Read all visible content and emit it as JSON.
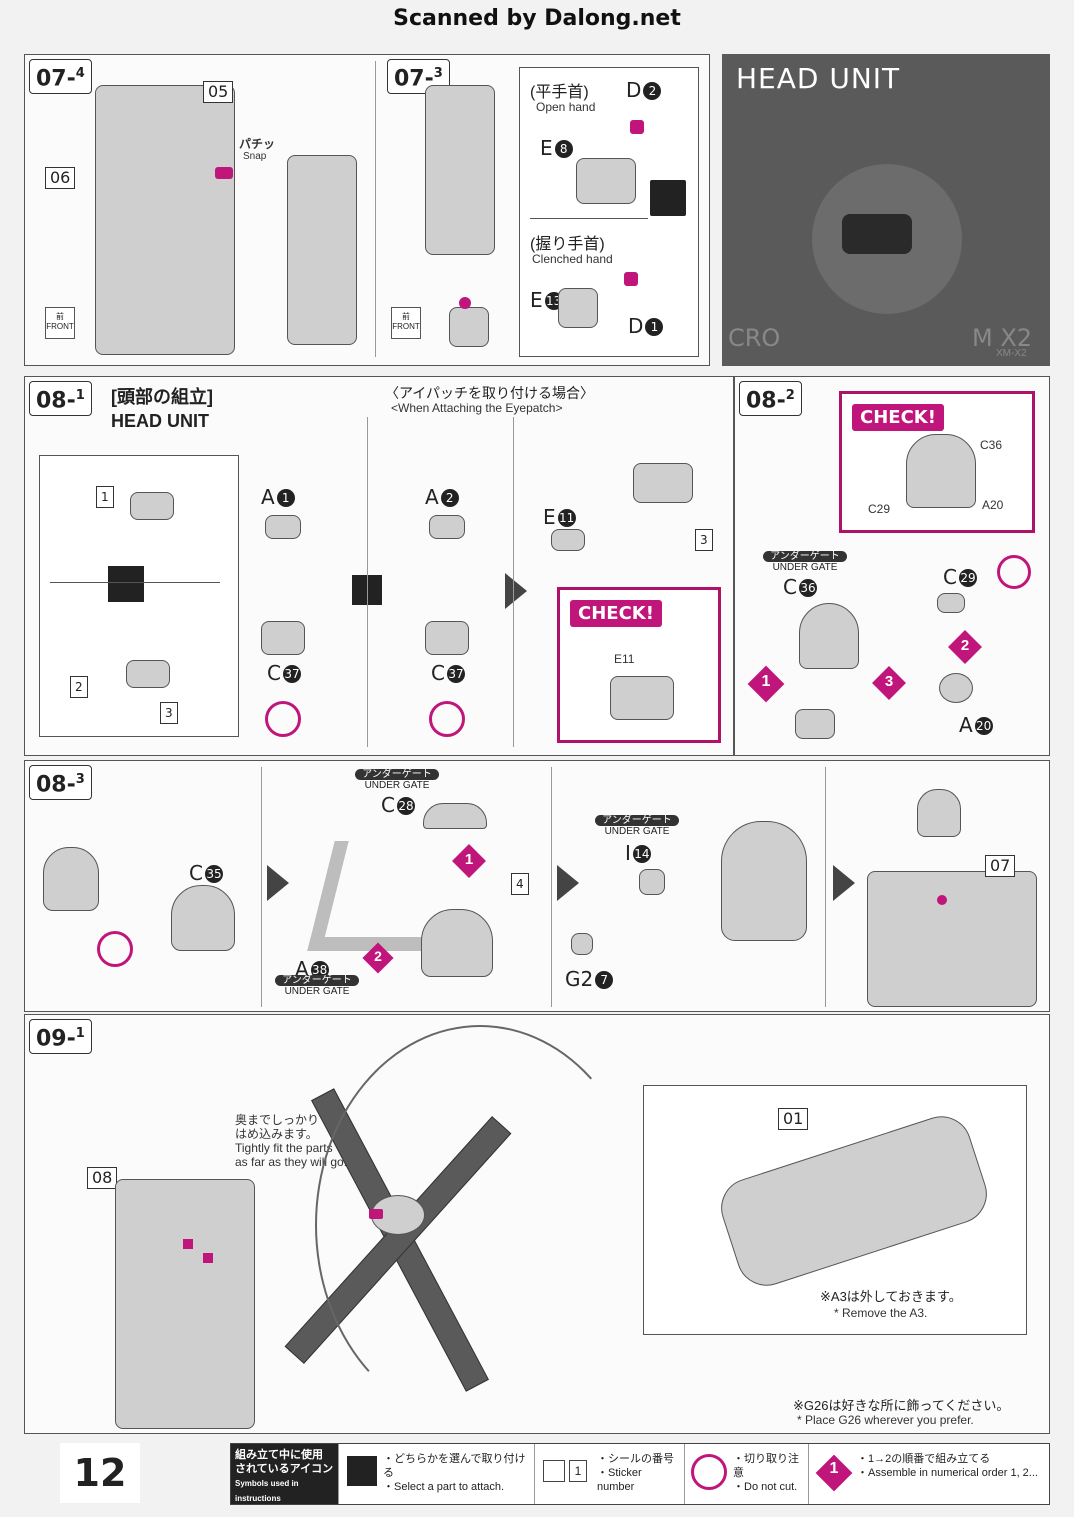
{
  "header": {
    "title": "Scanned by Dalong.net"
  },
  "step_07_4": {
    "tag_main": "07-",
    "tag_sub": "4",
    "label_05": "05",
    "label_06": "06",
    "snap_jp": "パチッ",
    "snap_en": "Snap",
    "front_jp": "前",
    "front_en": "FRONT"
  },
  "step_07_3": {
    "tag_main": "07-",
    "tag_sub": "3",
    "open_hand_jp": "(平手首)",
    "open_hand_en": "Open hand",
    "part_d2": "D",
    "part_d2_n": "2",
    "part_e8": "E",
    "part_e8_n": "8",
    "clenched_jp": "(握り手首)",
    "clenched_en": "Clenched hand",
    "part_e13": "E",
    "part_e13_n": "13",
    "part_d1": "D",
    "part_d1_n": "1",
    "front_jp": "前",
    "front_en": "FRONT"
  },
  "head_unit_panel": {
    "title": "HEAD UNIT",
    "bg_text_left": "CRO",
    "bg_text_right": "M X2",
    "bg_small": "XM-X2"
  },
  "step_08_1": {
    "tag_main": "08-",
    "tag_sub": "1",
    "title_jp": "[頭部の組立]",
    "title_en": "HEAD UNIT",
    "eyepatch_jp": "〈アイパッチを取り付ける場合〉",
    "eyepatch_en": "<When Attaching the Eyepatch>",
    "sticker_1": "1",
    "sticker_2": "2",
    "sticker_3": "3",
    "part_a1": "A",
    "part_a1_n": "1",
    "part_a2": "A",
    "part_a2_n": "2",
    "part_c37": "C",
    "part_c37_n": "37",
    "part_c37b": "C",
    "part_c37b_n": "37",
    "part_e11": "E",
    "part_e11_n": "11",
    "sticker_3b": "3",
    "check": "CHECK!",
    "check_e11": "E11"
  },
  "step_08_2": {
    "tag_main": "08-",
    "tag_sub": "2",
    "check": "CHECK!",
    "c36": "C36",
    "c29": "C29",
    "a20": "A20",
    "under_gate_jp": "アンダーゲート",
    "under_gate_en": "UNDER GATE",
    "part_c36": "C",
    "part_c36_n": "36",
    "part_c29": "C",
    "part_c29_n": "29",
    "part_a20": "A",
    "part_a20_n": "20",
    "order_1": "1",
    "order_2": "2",
    "order_3": "3"
  },
  "step_08_3": {
    "tag_main": "08-",
    "tag_sub": "3",
    "part_c35": "C",
    "part_c35_n": "35",
    "under_gate_jp": "アンダーゲート",
    "under_gate_en": "UNDER GATE",
    "part_c28": "C",
    "part_c28_n": "28",
    "order_1": "1",
    "order_2": "2",
    "sticker_4": "4",
    "part_a38": "A",
    "part_a38_n": "38",
    "part_i14": "I",
    "part_i14_n": "14",
    "part_g27": "G2",
    "part_g27_n": "7",
    "label_07": "07"
  },
  "step_09_1": {
    "tag_main": "09-",
    "tag_sub": "1",
    "label_08": "08",
    "label_01": "01",
    "note_jp_1": "奥までしっかり",
    "note_jp_2": "はめ込みます。",
    "note_en_1": "Tightly fit the parts",
    "note_en_2": "as far as they will go.",
    "remove_jp": "※A3は外しておきます。",
    "remove_en": "* Remove the A3.",
    "place_jp": "※G26は好きな所に飾ってください。",
    "place_en": "* Place G26 wherever you prefer."
  },
  "footer": {
    "page_number": "12",
    "icons_jp_1": "組み立て中に使用",
    "icons_jp_2": "されているアイコン",
    "icons_en": "Symbols used in instructions",
    "select_jp": "・どちらかを選んで取り付ける",
    "select_en": "・Select a part to attach.",
    "sticker_num": "1",
    "sticker_jp": "・シールの番号",
    "sticker_en": "・Sticker number",
    "nocut_jp": "・切り取り注意",
    "nocut_en": "・Do not cut.",
    "order_num": "1",
    "order_jp": "・1→2の順番で組み立てる",
    "order_en": "・Assemble in numerical order 1, 2..."
  }
}
